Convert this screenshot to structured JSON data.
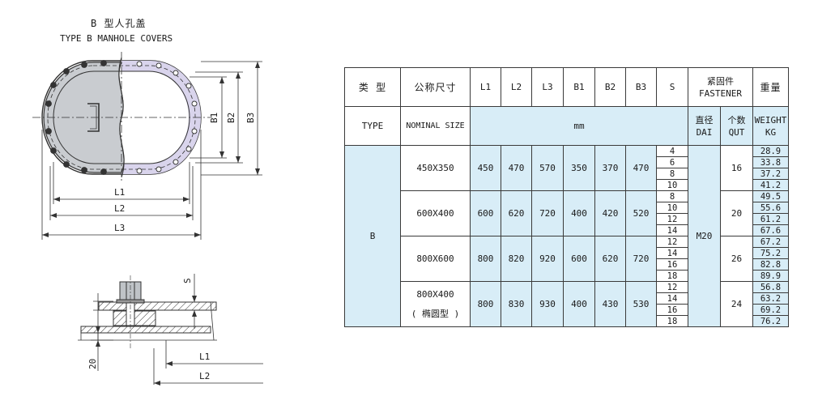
{
  "drawing": {
    "title_cn": "B 型人孔盖",
    "title_en": "TYPE B MANHOLE COVERS",
    "dim_labels": [
      "B1",
      "B2",
      "B3",
      "L1",
      "L2",
      "L3"
    ],
    "section_labels": {
      "s": "S",
      "d20": "20",
      "l1": "L1",
      "l2": "L2"
    }
  },
  "table": {
    "headers": {
      "type_cn": "类 型",
      "type_en": "TYPE",
      "size_cn": "公称尺寸",
      "size_en": "NOMINAL SIZE",
      "cols": [
        "L1",
        "L2",
        "L3",
        "B1",
        "B2",
        "B3",
        "S"
      ],
      "unit": "mm",
      "fastener_cn": "紧固件",
      "fastener_en": "FASTENER",
      "dai_cn": "直径",
      "dai_en": "DAI",
      "qut_cn": "个数",
      "qut_en": "QUT",
      "weight_cn": "重量",
      "weight_en": "WEIGHT",
      "weight_unit": "KG"
    },
    "type_value": "B",
    "dai_value": "M20",
    "groups": [
      {
        "size": "450X350",
        "size2": "",
        "L1": "450",
        "L2": "470",
        "L3": "570",
        "B1": "350",
        "B2": "370",
        "B3": "470",
        "qut": "16",
        "rows": [
          {
            "s": "4",
            "w": "28.9"
          },
          {
            "s": "6",
            "w": "33.8"
          },
          {
            "s": "8",
            "w": "37.2"
          },
          {
            "s": "10",
            "w": "41.2"
          }
        ]
      },
      {
        "size": "600X400",
        "size2": "",
        "L1": "600",
        "L2": "620",
        "L3": "720",
        "B1": "400",
        "B2": "420",
        "B3": "520",
        "qut": "20",
        "rows": [
          {
            "s": "8",
            "w": "49.5"
          },
          {
            "s": "10",
            "w": "55.6"
          },
          {
            "s": "12",
            "w": "61.2"
          },
          {
            "s": "14",
            "w": "67.6"
          }
        ]
      },
      {
        "size": "800X600",
        "size2": "",
        "L1": "800",
        "L2": "820",
        "L3": "920",
        "B1": "600",
        "B2": "620",
        "B3": "720",
        "qut": "26",
        "rows": [
          {
            "s": "12",
            "w": "67.2"
          },
          {
            "s": "14",
            "w": "75.2"
          },
          {
            "s": "16",
            "w": "82.8"
          },
          {
            "s": "18",
            "w": "89.9"
          }
        ]
      },
      {
        "size": "800X400",
        "size2": "( 椭圆型 )",
        "L1": "800",
        "L2": "830",
        "L3": "930",
        "B1": "400",
        "B2": "430",
        "B3": "530",
        "qut": "24",
        "rows": [
          {
            "s": "12",
            "w": "56.8"
          },
          {
            "s": "14",
            "w": "63.2"
          },
          {
            "s": "16",
            "w": "69.2"
          },
          {
            "s": "18",
            "w": "76.2"
          }
        ]
      }
    ]
  }
}
